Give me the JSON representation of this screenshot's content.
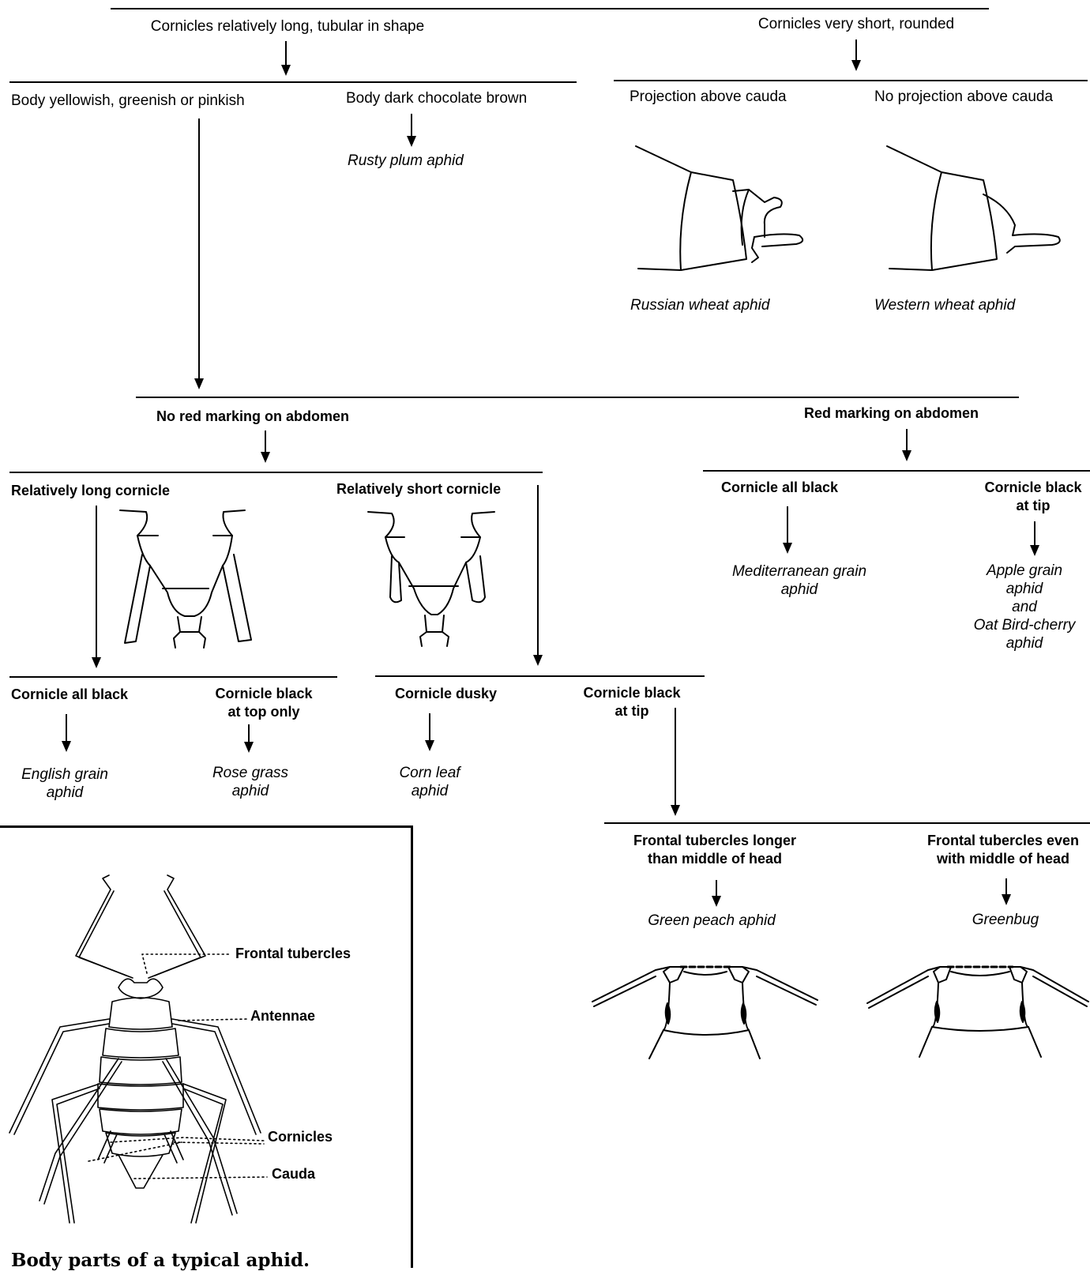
{
  "level1": {
    "left": "Cornicles relatively long, tubular in shape",
    "right": "Cornicles very short, rounded"
  },
  "level2": {
    "yellow": "Body yellowish, greenish or pinkish",
    "brown": "Body dark chocolate brown",
    "brown_result": "Rusty plum aphid",
    "projection": "Projection above cauda",
    "no_projection": "No projection above cauda",
    "russian": "Russian wheat aphid",
    "western": "Western wheat aphid"
  },
  "level3": {
    "no_red": "No red marking on abdomen",
    "red": "Red marking on abdomen"
  },
  "level4": {
    "long_cornicle": "Relatively long cornicle",
    "short_cornicle": "Relatively short cornicle",
    "red_all_black": "Cornicle all black",
    "red_black_tip_1": "Cornicle black",
    "red_black_tip_2": "at tip",
    "mediterranean_1": "Mediterranean grain",
    "mediterranean_2": "aphid",
    "apple_1": "Apple grain",
    "apple_2": "aphid",
    "apple_3": "and",
    "apple_4": "Oat Bird-cherry",
    "apple_5": "aphid"
  },
  "level5": {
    "all_black": "Cornicle all black",
    "black_top_1": "Cornicle black",
    "black_top_2": "at top only",
    "dusky": "Cornicle dusky",
    "black_tip_1": "Cornicle black",
    "black_tip_2": "at tip",
    "english_1": "English grain",
    "english_2": "aphid",
    "rose_1": "Rose grass",
    "rose_2": "aphid",
    "corn_1": "Corn leaf",
    "corn_2": "aphid"
  },
  "level6": {
    "longer_1": "Frontal tubercles longer",
    "longer_2": "than middle of head",
    "even_1": "Frontal tubercles even",
    "even_2": "with middle of head",
    "green_peach": "Green peach aphid",
    "greenbug": "Greenbug"
  },
  "body_parts": {
    "frontal": "Frontal tubercles",
    "antennae": "Antennae",
    "cornicles": "Cornicles",
    "cauda": "Cauda",
    "caption": "Body parts of a typical aphid."
  }
}
